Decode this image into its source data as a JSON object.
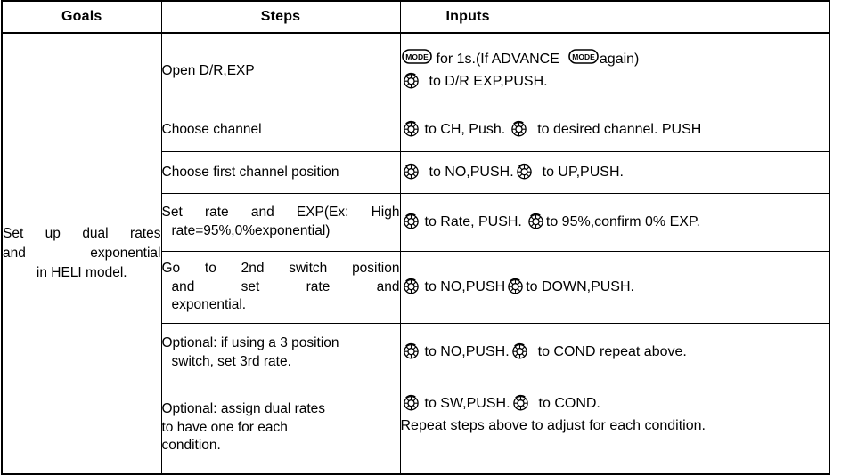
{
  "document": {
    "title": "Set up dual rates and exponential in HELI model",
    "type": "instruction-table"
  },
  "table": {
    "columns": [
      {
        "key": "goals",
        "label": "Goals"
      },
      {
        "key": "steps",
        "label": "Steps"
      },
      {
        "key": "inputs",
        "label": "Inputs"
      }
    ],
    "goal": {
      "line1": "Set up dual rates",
      "line2": "and    exponential",
      "line3": "in HELI model.",
      "full_text": "Set up dual rates and exponential in HELI model."
    },
    "rows": [
      {
        "id": "row-open-dr-exp",
        "steps": {
          "line1": "Open D/R,EXP"
        },
        "inputs": {
          "line1a": "for 1s.(If ADVANCE",
          "line1b": "again)",
          "line2": "to D/R EXP,PUSH."
        }
      },
      {
        "id": "row-choose-channel",
        "steps": {
          "line1": "Choose channel"
        },
        "inputs": {
          "line1a": "to CH, Push.",
          "line1b": "to desired channel. PUSH"
        }
      },
      {
        "id": "row-first-channel-position",
        "steps": {
          "line1": "Choose first channel position"
        },
        "inputs": {
          "line1a": "to NO,PUSH.",
          "line1b": "to UP,PUSH."
        }
      },
      {
        "id": "row-set-rate-exp",
        "steps": {
          "line1": "Set rate and EXP(Ex: High",
          "line2": "rate=95%,0%exponential)"
        },
        "inputs": {
          "line1a": "to Rate, PUSH.",
          "line1b": "to 95%,confirm 0% EXP."
        }
      },
      {
        "id": "row-second-switch-position",
        "steps": {
          "line1": "Go to 2nd switch position",
          "line2": "and      set      rate      and",
          "line3": "exponential."
        },
        "inputs": {
          "line1a": "to NO,PUSH",
          "line1b": "to DOWN,PUSH."
        }
      },
      {
        "id": "row-optional-3-position",
        "steps": {
          "line1": "Optional: if using a 3 position",
          "line2": "switch, set 3rd rate."
        },
        "inputs": {
          "line1a": "to NO,PUSH.",
          "line1b": "to COND repeat above."
        }
      },
      {
        "id": "row-optional-assign-dual-rates",
        "steps": {
          "line1": "Optional: assign dual rates",
          "line2": "to have one for each",
          "line3": "condition."
        },
        "inputs": {
          "line1a": "to SW,PUSH.",
          "line1b": "to COND.",
          "line2": "Repeat steps above to adjust for each condition."
        }
      }
    ]
  },
  "icons": {
    "dial": {
      "name": "rotary-dial-icon",
      "label": "Rotary dial / scroll knob"
    },
    "mode": {
      "name": "mode-button-icon",
      "label": "MODE"
    }
  },
  "colors": {
    "border": "#000000",
    "background": "#ffffff",
    "text": "#000000"
  }
}
